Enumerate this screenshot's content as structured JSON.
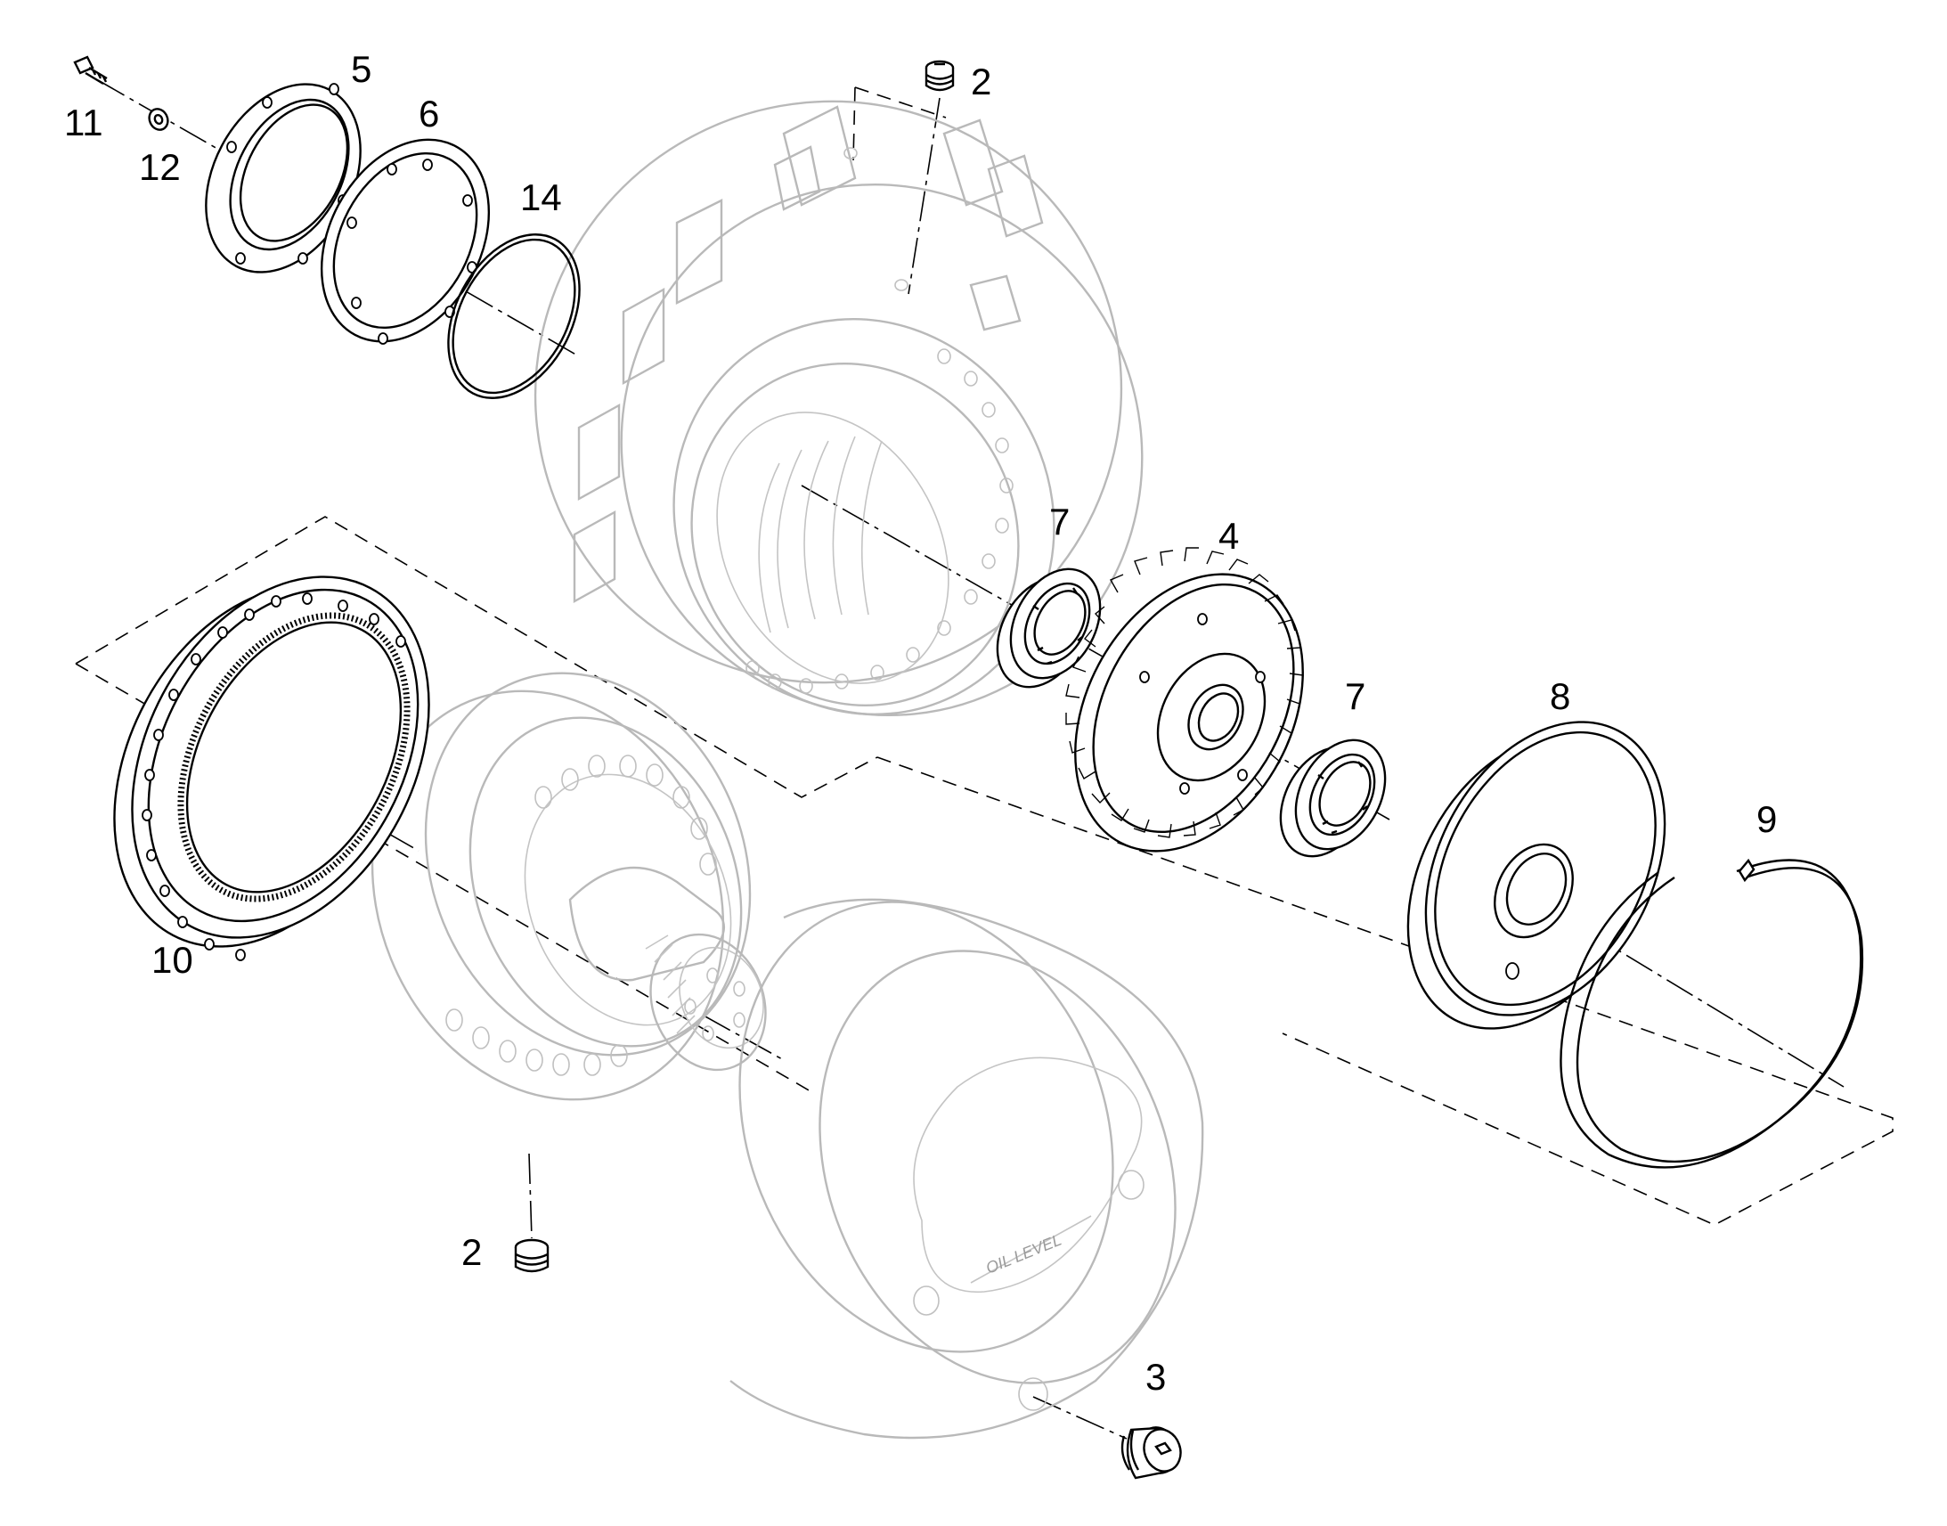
{
  "callouts": {
    "c11": "11",
    "c12": "12",
    "c5": "5",
    "c6": "6",
    "c14": "14",
    "c2_top": "2",
    "c7_upper": "7",
    "c4": "4",
    "c7_lower": "7",
    "c8": "8",
    "c9": "9",
    "c10": "10",
    "c2_bottom": "2",
    "c3": "3"
  },
  "cover_text": "OIL  LEVEL"
}
